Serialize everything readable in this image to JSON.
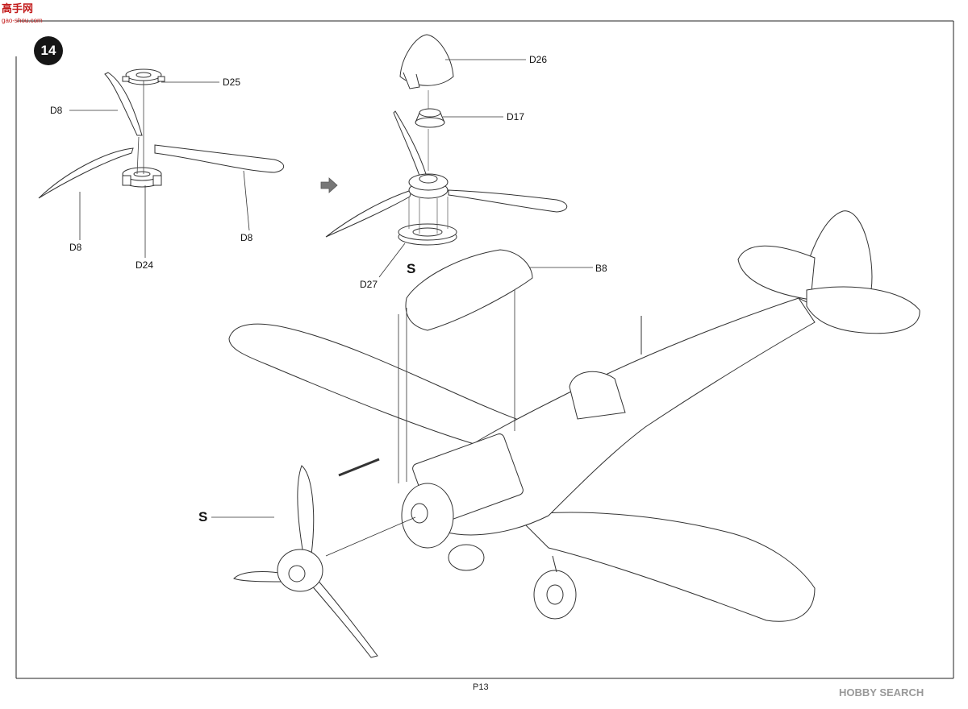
{
  "step": {
    "number": "14"
  },
  "parts": {
    "d25": "D25",
    "d8_upper": "D8",
    "d8_left": "D8",
    "d8_right": "D8",
    "d24": "D24",
    "d26": "D26",
    "d17": "D17",
    "d27": "D27",
    "b8": "B8"
  },
  "symbols": {
    "s_top": "S",
    "s_left": "S"
  },
  "page_number": "P13",
  "watermark": {
    "corner": "高手网",
    "corner_sub": "gao-shou.com",
    "footer": "HOBBY SEARCH"
  }
}
